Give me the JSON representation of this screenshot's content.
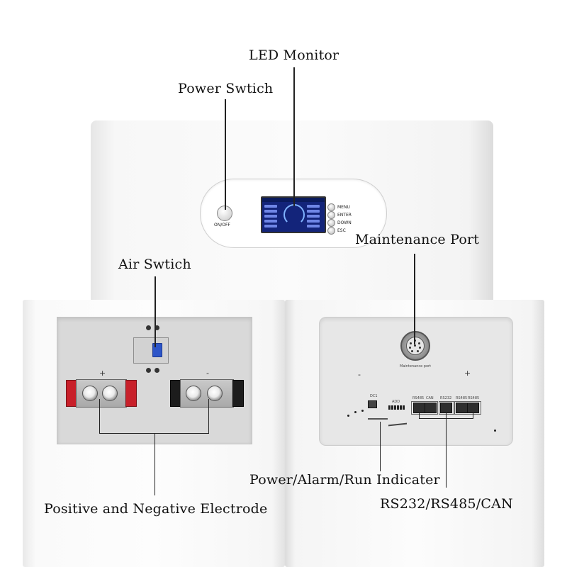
{
  "callouts": {
    "led_monitor": "LED Monitor",
    "power_switch": "Power Swtich",
    "maintenance_port": "Maintenance Port",
    "air_switch": "Air Swtich",
    "indicator": "Power/Alarm/Run Indicater",
    "electrode": "Positive and Negative Electrode",
    "comm_ports": "RS232/RS485/CAN"
  },
  "panel": {
    "onoff_label": "ON/OFF",
    "menu_buttons": [
      "MENU",
      "ENTER",
      "DOWN",
      "ESC"
    ]
  },
  "left_module": {
    "plus": "+",
    "minus": "-"
  },
  "right_module": {
    "minus": "-",
    "plus": "+",
    "maintenance_caption": "Maintenance port",
    "port_labels": [
      "RS485",
      "CAN",
      "RS232",
      "RS485",
      "RS485"
    ],
    "dry_contact_label": "DC1",
    "addr_label": "ADD"
  }
}
